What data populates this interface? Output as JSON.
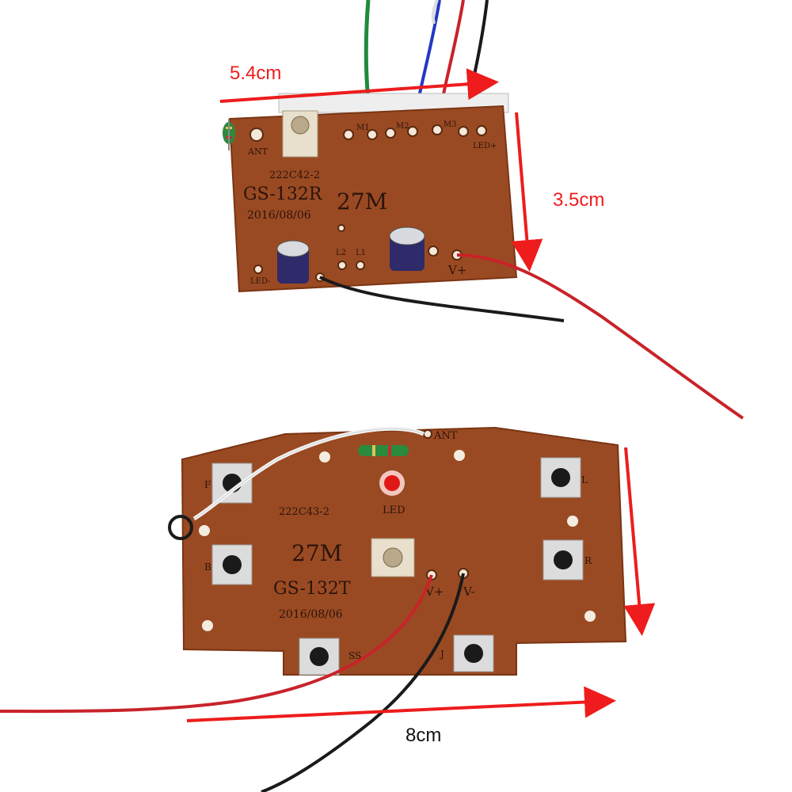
{
  "colors": {
    "pcb": "#9a4a22",
    "pcb_edge": "#7a3514",
    "arrow": "#ee1c1c",
    "wire_red": "#c8232a",
    "wire_black": "#1a1a1a",
    "wire_white": "#f4f4f4",
    "wire_green": "#1f8a3a",
    "wire_blue": "#2338c4",
    "wire_yellow": "#f2d21a"
  },
  "dimensions": {
    "receiver_width": "5.4cm",
    "receiver_height": "3.5cm",
    "transmitter_width": "8cm"
  },
  "receiver": {
    "model": "GS-132R",
    "part_no": "222C42-2",
    "frequency": "27M",
    "date": "2016/08/06",
    "labels": {
      "ant": "ANT",
      "m1": "M1",
      "m2": "M2",
      "m3": "M3",
      "led_plus": "LED+",
      "led_minus": "LED-",
      "l2": "L2",
      "l1": "L1",
      "v_plus": "V+"
    }
  },
  "transmitter": {
    "model": "GS-132T",
    "part_no": "222C43-2",
    "frequency": "27M",
    "date": "2016/08/06",
    "labels": {
      "ant": "ANT",
      "led": "LED",
      "f": "F",
      "b": "B",
      "l": "L",
      "r": "R",
      "ss": "SS",
      "j": "J",
      "v_plus": "V+",
      "v_minus": "V-"
    }
  }
}
